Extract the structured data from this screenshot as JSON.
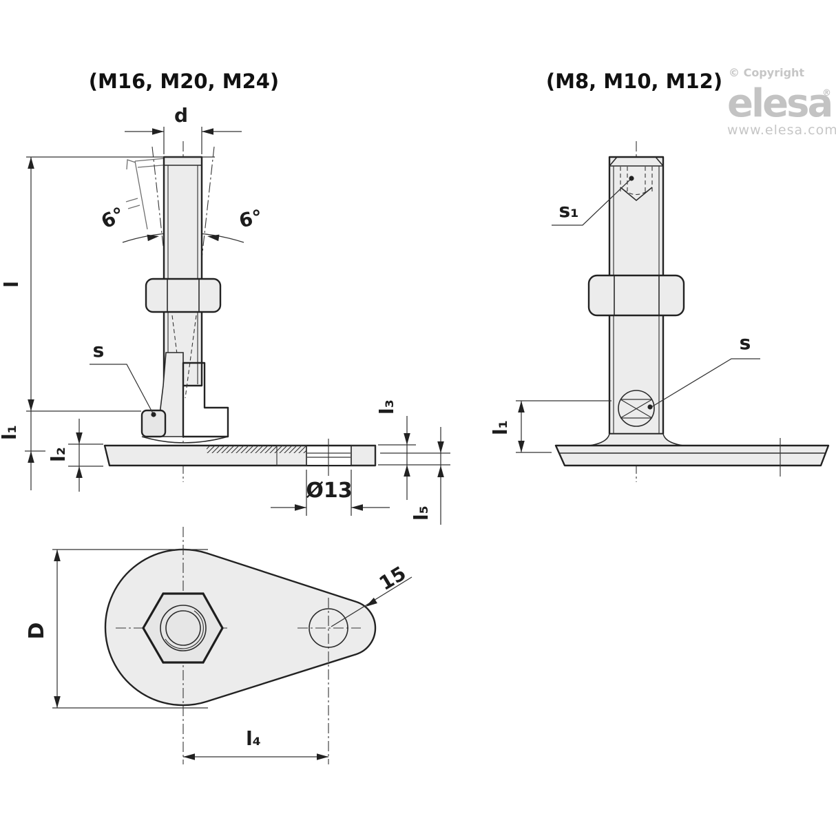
{
  "titles": {
    "left": "(M16, M20, M24)",
    "right": "(M8, M10, M12)"
  },
  "branding": {
    "copyright": "© Copyright",
    "logo": "elesa",
    "reg": "®",
    "website": "www.elesa.com"
  },
  "left_view": {
    "dims": {
      "d": "d",
      "angle_left": "6°",
      "angle_right": "6°",
      "l": "l",
      "l1": "l₁",
      "l2": "l₂",
      "l3": "l₃",
      "l5": "l₅",
      "s": "s",
      "hole_dia": "Ø13"
    }
  },
  "right_view": {
    "dims": {
      "s1": "s₁",
      "s": "s",
      "l1": "l₁"
    }
  },
  "bottom_view": {
    "dims": {
      "D": "D",
      "hole": "15",
      "l4": "l₄"
    }
  }
}
